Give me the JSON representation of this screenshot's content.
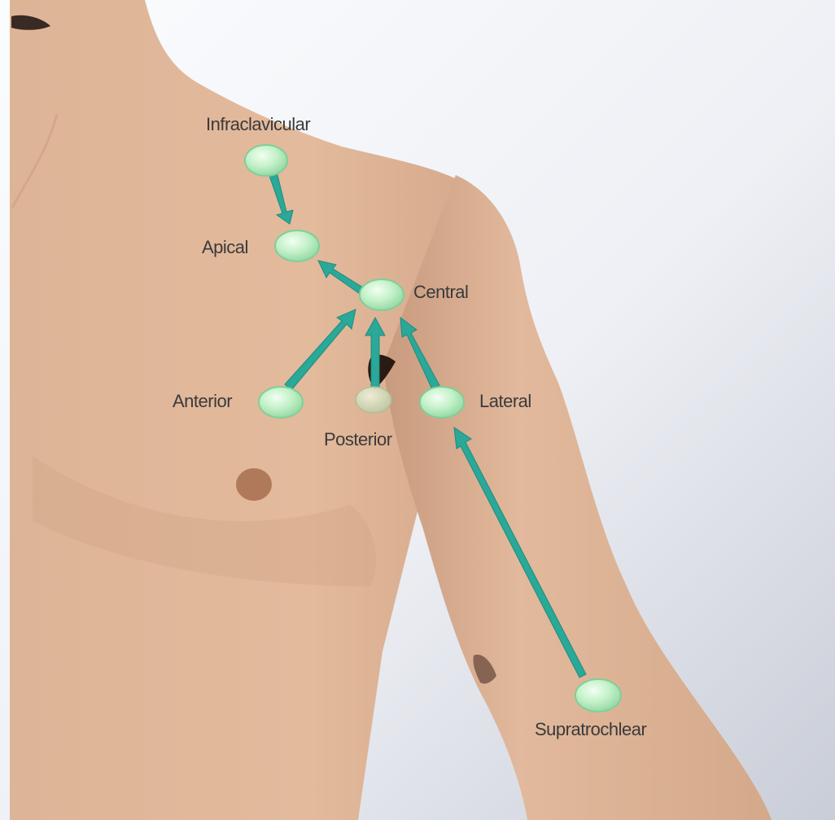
{
  "colors": {
    "skin": "#e0b698",
    "skin_shadow": "#c99a7c",
    "background_light": "#f7f8fb",
    "background_shade": "#c8ccd6",
    "node_fill": "#bdf0c2",
    "node_stroke": "#6cc48a",
    "arrow": "#2aa898",
    "label": "#3a3a3a",
    "nipple": "#b07a5a"
  },
  "labels": {
    "infraclavicular": "Infraclavicular",
    "apical": "Apical",
    "central": "Central",
    "anterior": "Anterior",
    "posterior": "Posterior",
    "lateral": "Lateral",
    "supratrochlear": "Supratrochlear"
  }
}
